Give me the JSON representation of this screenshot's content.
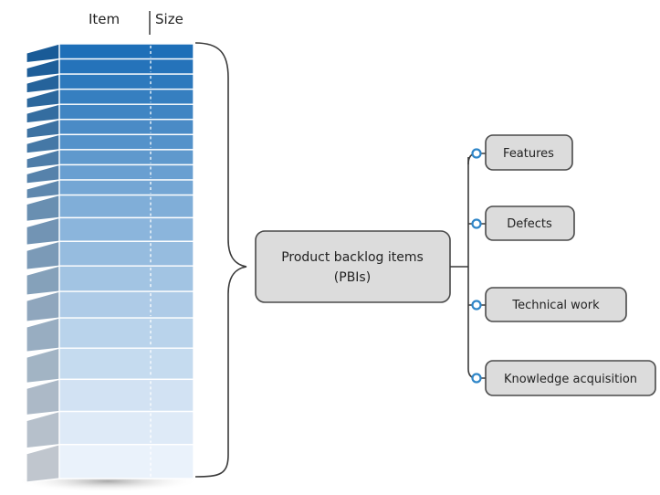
{
  "column_headers": {
    "item": "Item",
    "size": "Size"
  },
  "center_box": {
    "line1": "Product backlog items",
    "line2": "(PBIs)"
  },
  "categories": [
    "Features",
    "Defects",
    "Technical work",
    "Knowledge acquisition"
  ],
  "colors": {
    "backlog_dark": "#1e6fb8",
    "backlog_light": "#eaf2fb",
    "box_fill": "#dcdcdc",
    "box_stroke": "#4a4a4a",
    "connector_dot": "#2f86c8"
  }
}
